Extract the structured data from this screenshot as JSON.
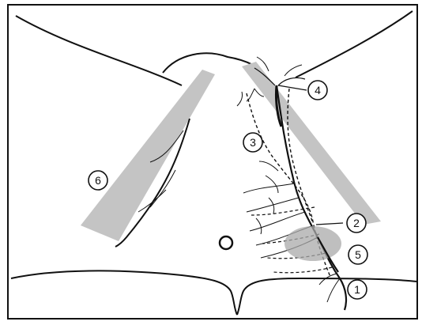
{
  "figure": {
    "callouts": [
      {
        "id": "1",
        "label": "1"
      },
      {
        "id": "2",
        "label": "2"
      },
      {
        "id": "3",
        "label": "3"
      },
      {
        "id": "4",
        "label": "4"
      },
      {
        "id": "5",
        "label": "5"
      },
      {
        "id": "6",
        "label": "6"
      }
    ]
  },
  "colors": {
    "frame": "#111111",
    "line": "#111111",
    "band": "#c4c4c4",
    "zone": "#a9a9a9",
    "background": "#ffffff"
  }
}
